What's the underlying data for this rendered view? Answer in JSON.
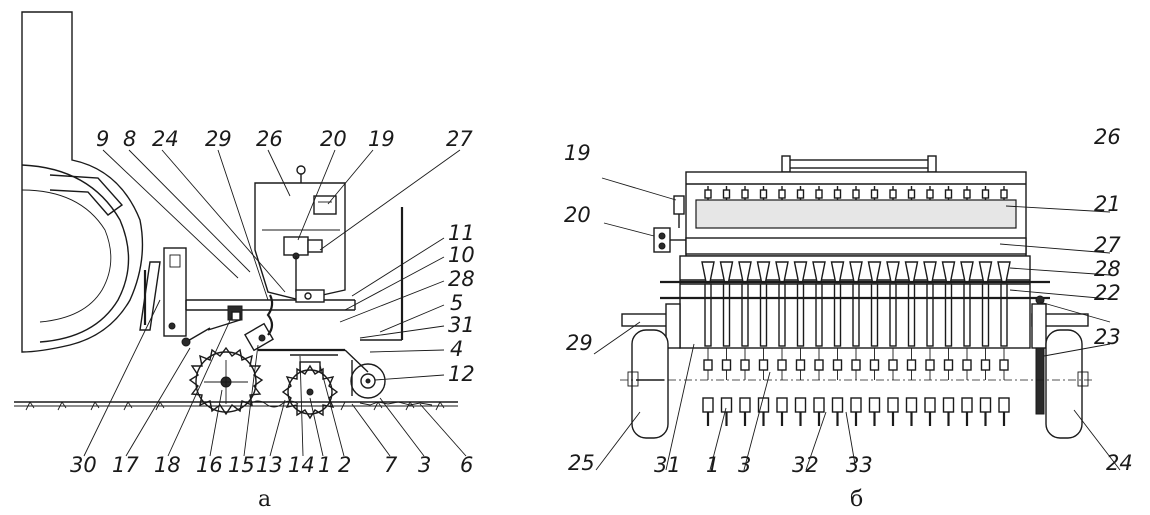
{
  "figure_a": {
    "caption": "а",
    "callouts_top": [
      "9",
      "8",
      "24",
      "29",
      "26",
      "20",
      "19",
      "27"
    ],
    "callouts_right": [
      "11",
      "10",
      "28",
      "5",
      "31",
      "4",
      "12"
    ],
    "callouts_bottom": [
      "30",
      "17",
      "18",
      "16",
      "15",
      "13",
      "14",
      "1",
      "2",
      "7",
      "3",
      "6"
    ]
  },
  "figure_b": {
    "caption": "б",
    "callouts_left": [
      "19",
      "20",
      "29",
      "25",
      "31"
    ],
    "callouts_right": [
      "26",
      "21",
      "27",
      "28",
      "22",
      "23",
      "24"
    ],
    "callouts_bottom": [
      "1",
      "3",
      "32",
      "33"
    ]
  }
}
